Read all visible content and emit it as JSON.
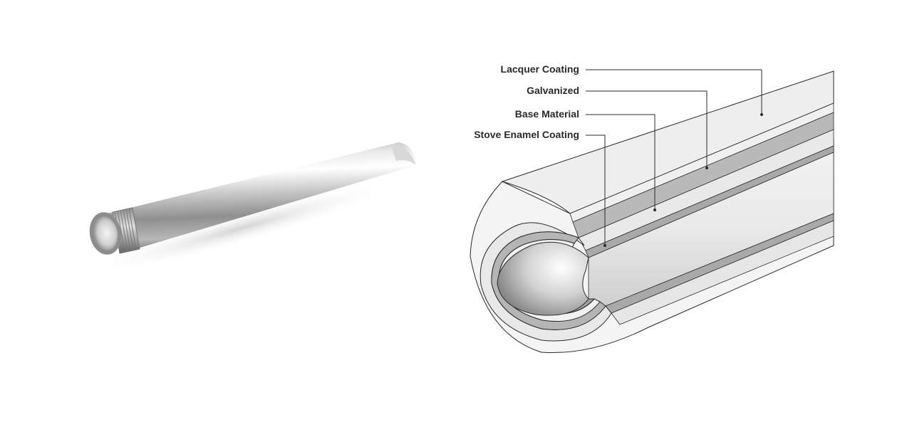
{
  "layers": [
    {
      "key": "lacquer",
      "label": "Lacquer Coating",
      "color": "#ececec"
    },
    {
      "key": "galvanized",
      "label": "Galvanized",
      "color": "#b5b5b5"
    },
    {
      "key": "base",
      "label": "Base Material",
      "color": "#e6e6e6"
    },
    {
      "key": "enamel",
      "label": "Stove Enamel Coating",
      "color": "#a8a8a8"
    }
  ],
  "colors": {
    "background": "#ffffff",
    "label_text": "#2a2a2a",
    "metal_light": "#f4f4f4",
    "metal_dark": "#6e6e6e"
  }
}
